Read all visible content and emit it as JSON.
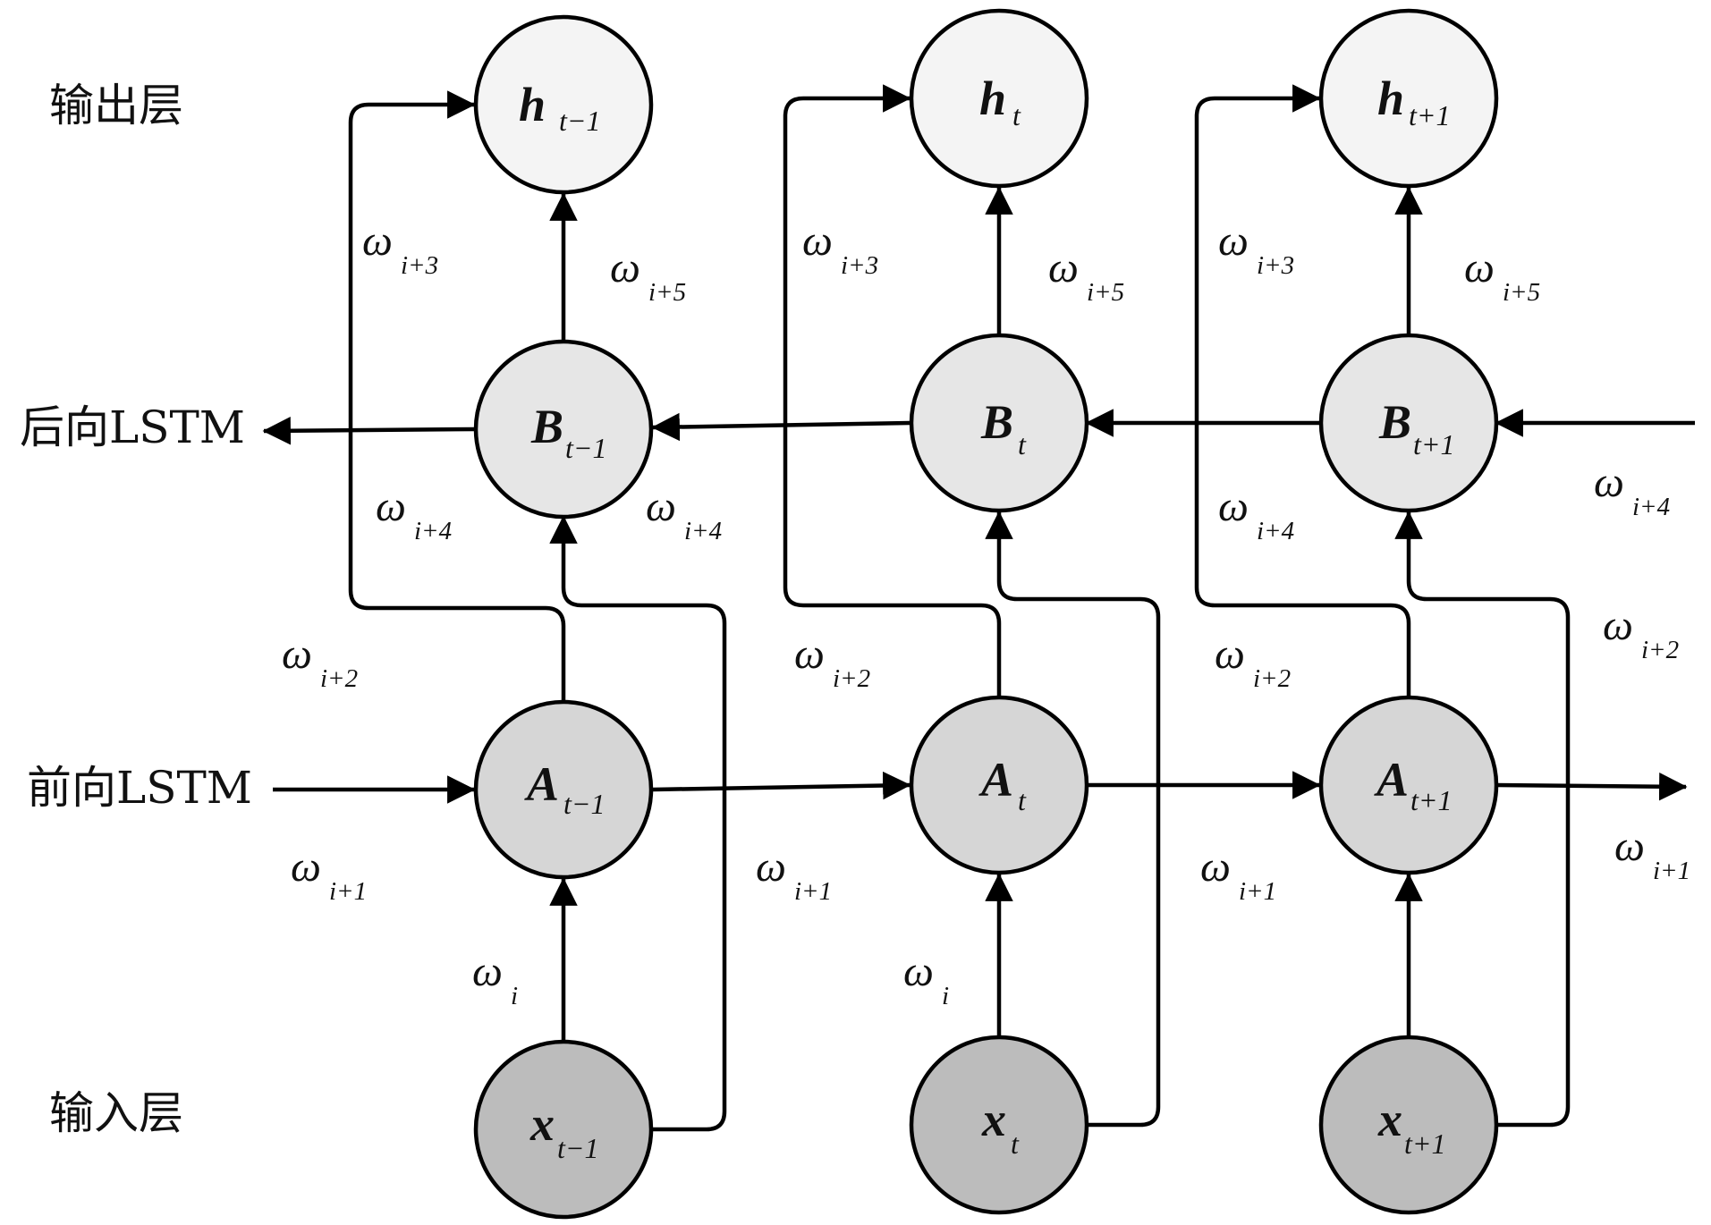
{
  "layers": {
    "output": "输出层",
    "backward": "后向LSTM",
    "forward": "前向LSTM",
    "input": "输入层"
  },
  "nodes": {
    "h": [
      {
        "main": "h",
        "sub": "t−1"
      },
      {
        "main": "h",
        "sub": "t"
      },
      {
        "main": "h",
        "sub": "t+1"
      }
    ],
    "B": [
      {
        "main": "B",
        "sub": "t−1"
      },
      {
        "main": "B",
        "sub": "t"
      },
      {
        "main": "B",
        "sub": "t+1"
      }
    ],
    "A": [
      {
        "main": "A",
        "sub": "t−1"
      },
      {
        "main": "A",
        "sub": "t"
      },
      {
        "main": "A",
        "sub": "t+1"
      }
    ],
    "x": [
      {
        "main": "x",
        "sub": "t−1"
      },
      {
        "main": "x",
        "sub": "t"
      },
      {
        "main": "x",
        "sub": "t+1"
      }
    ]
  },
  "weights": {
    "omega": "ω",
    "w_i": "i",
    "w_i1": "i+1",
    "w_i2": "i+2",
    "w_i3": "i+3",
    "w_i4": "i+4",
    "w_i5": "i+5"
  },
  "colors": {
    "output_fill": "#f4f4f4",
    "backward_fill": "#e6e6e6",
    "forward_fill": "#d6d6d6",
    "input_fill": "#bcbcbc",
    "stroke": "#000000"
  }
}
